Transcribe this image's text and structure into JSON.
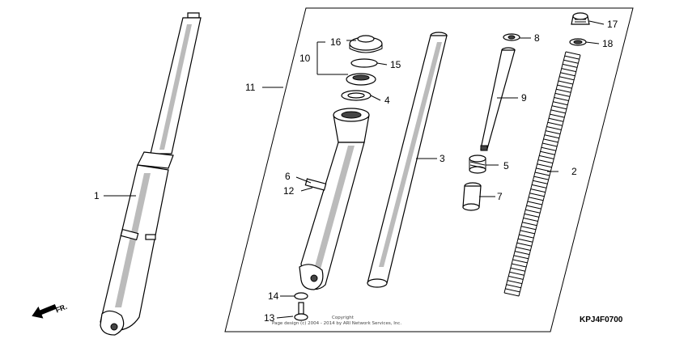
{
  "callouts": {
    "c1": "1",
    "c2": "2",
    "c3": "3",
    "c4": "4",
    "c5": "5",
    "c6": "6",
    "c7": "7",
    "c8": "8",
    "c9": "9",
    "c10": "10",
    "c11": "11",
    "c12": "12",
    "c13": "13",
    "c14": "14",
    "c15": "15",
    "c16": "16",
    "c17": "17",
    "c18": "18"
  },
  "direction_label": "FR.",
  "diagram_code": "KPJ4F0700",
  "copyright": {
    "line1": "Copyright",
    "line2": "Page design (c) 2004 - 2014 by ARI Network Services, Inc."
  }
}
